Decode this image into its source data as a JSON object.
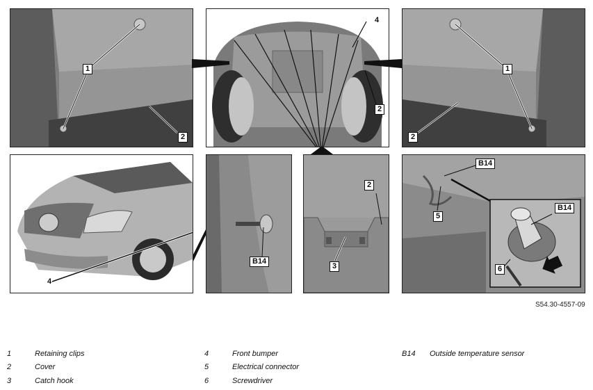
{
  "callouts": {
    "p1": [
      "1",
      "2"
    ],
    "p2": [
      "4",
      "2"
    ],
    "p3": [
      "1",
      "2"
    ],
    "p4": [
      "4"
    ],
    "p5": [
      "B14"
    ],
    "p6": [
      "2",
      "3"
    ],
    "p7": [
      "B14",
      "5",
      "B14",
      "6"
    ]
  },
  "reference": "S54.30-4557-09",
  "legend": [
    {
      "key": "1",
      "label": "Retaining clips"
    },
    {
      "key": "2",
      "label": "Cover"
    },
    {
      "key": "3",
      "label": "Catch hook"
    },
    {
      "key": "4",
      "label": "Front bumper"
    },
    {
      "key": "5",
      "label": "Electrical connector"
    },
    {
      "key": "6",
      "label": "Screwdriver"
    },
    {
      "key": "B14",
      "label": "Outside temperature sensor"
    }
  ]
}
